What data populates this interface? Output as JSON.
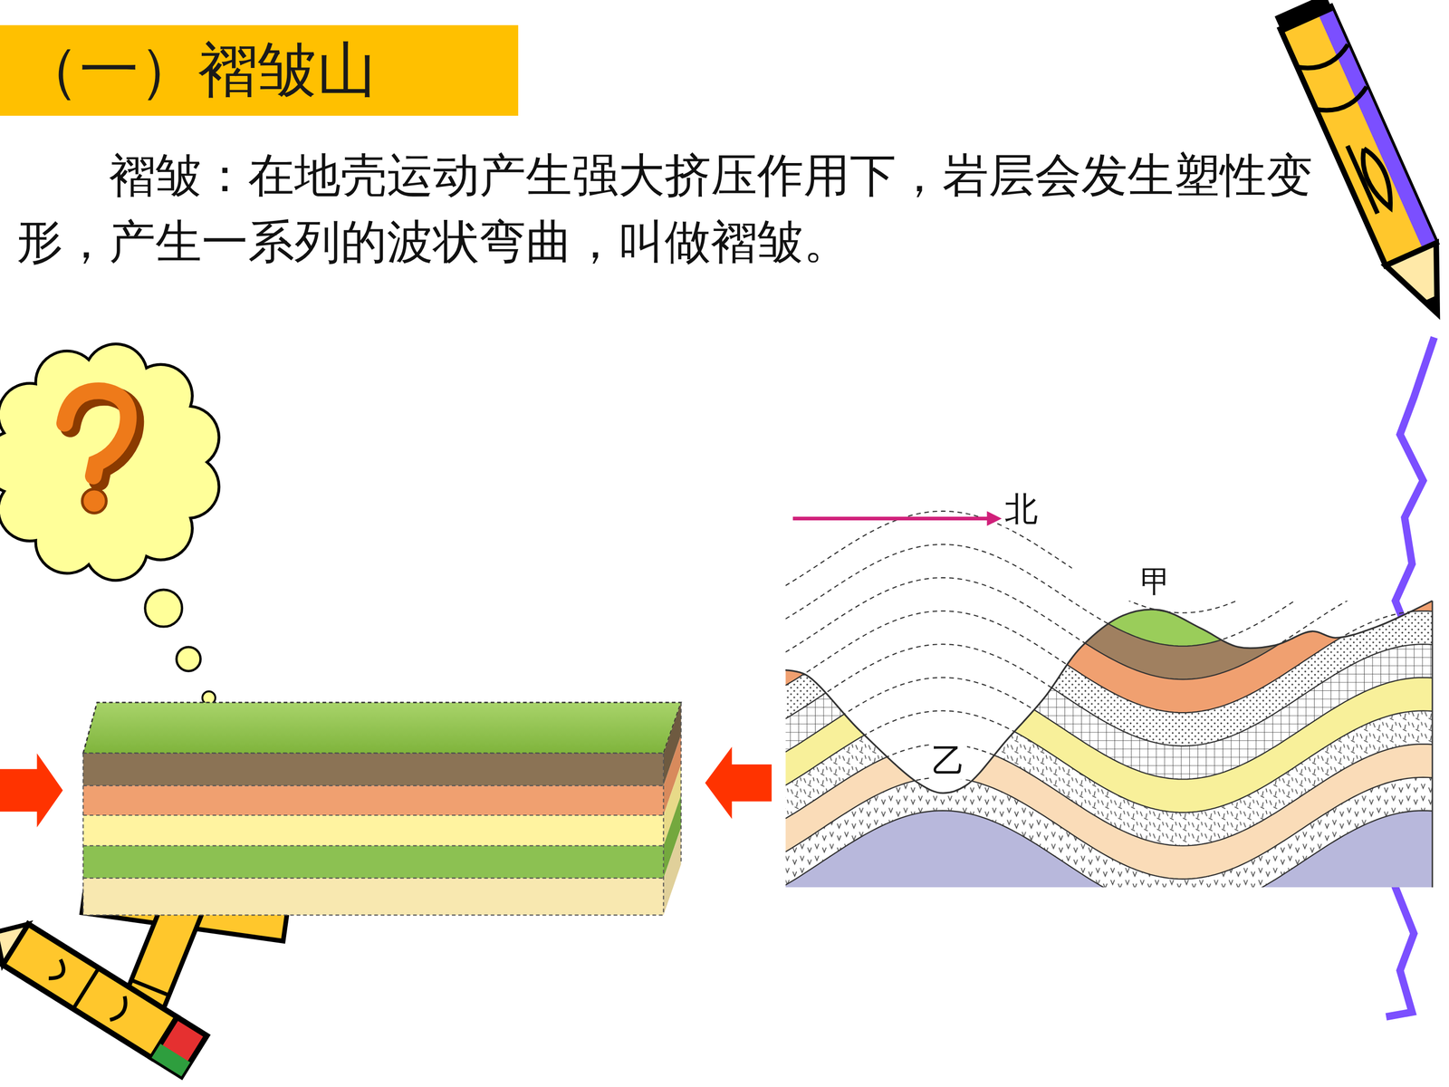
{
  "diagram": {
    "title": "（一）褶皱山",
    "labels": [
      "褶皱：在地壳运动产生强大挤压作用下，岩层会发生塑性变形，产生一系列的波状弯曲，叫做褶皱。",
      "北",
      "甲",
      "乙"
    ]
  }
}
